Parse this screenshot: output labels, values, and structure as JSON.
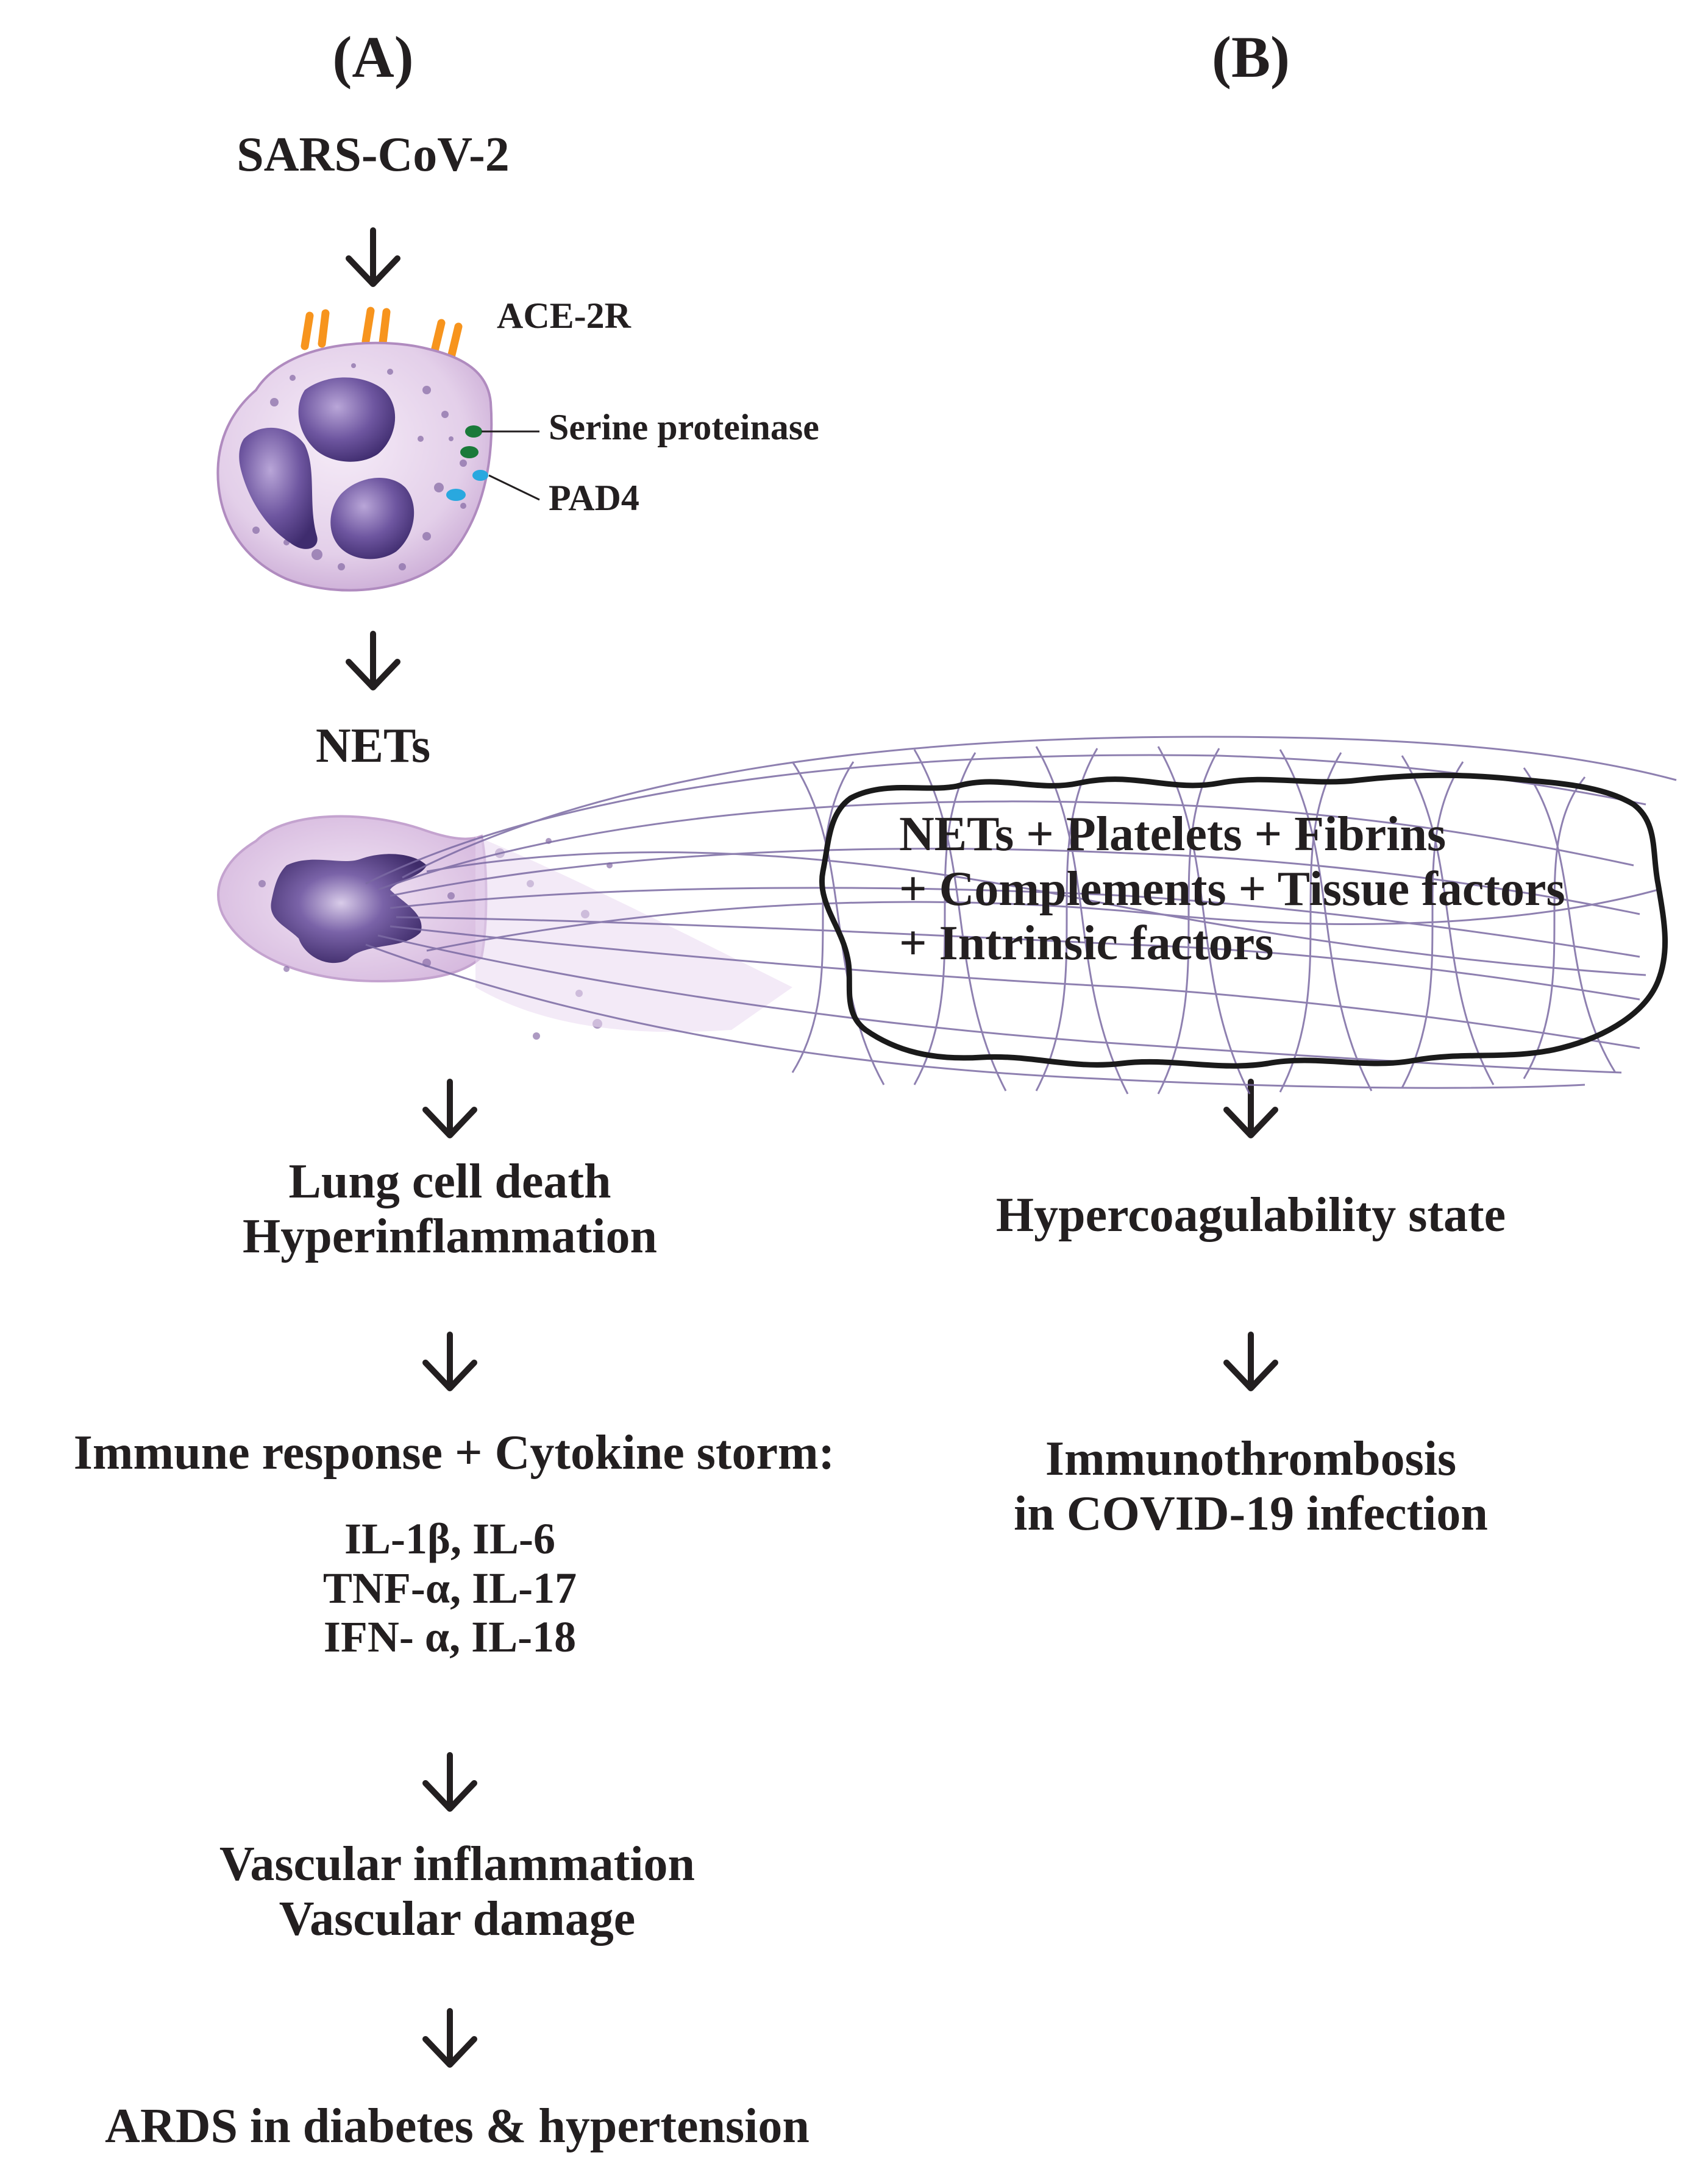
{
  "panels": {
    "a": "(A)",
    "b": "(B)"
  },
  "virus": "SARS-CoV-2",
  "cell_labels": {
    "receptor": "ACE-2R",
    "serine": "Serine proteinase",
    "pad4": "PAD4"
  },
  "nets_label": "NETs",
  "clot_lines": [
    "NETs + Platelets + Fibrins",
    "+ Complements + Tissue factors",
    "+ Intrinsic factors"
  ],
  "path_a": {
    "step1": [
      "Lung cell death",
      "Hyperinflammation"
    ],
    "step2": "Immune response + Cytokine storm:",
    "cytokines": [
      "IL-1β, IL-6",
      "TNF-α, IL-17",
      "IFN- α, IL-18"
    ],
    "step3": [
      "Vascular inflammation",
      "Vascular damage"
    ],
    "step4": "ARDS in diabetes & hypertension"
  },
  "path_b": {
    "step1": "Hypercoagulability state",
    "step2": [
      "Immunothrombosis",
      "in COVID-19 infection"
    ]
  },
  "colors": {
    "text": "#231f20",
    "receptor": "#f7941d",
    "cell_body": "#e6d3eb",
    "nucleus": "#5b4586",
    "serine_granule": "#1a7a3a",
    "pad4_granule": "#29a8df",
    "net_fibers": "#7b6aa3",
    "clot_outline": "#1a1a1a"
  },
  "icons": [
    "down-arrow-icon",
    "neutrophil-icon",
    "net-fiber-mesh"
  ]
}
